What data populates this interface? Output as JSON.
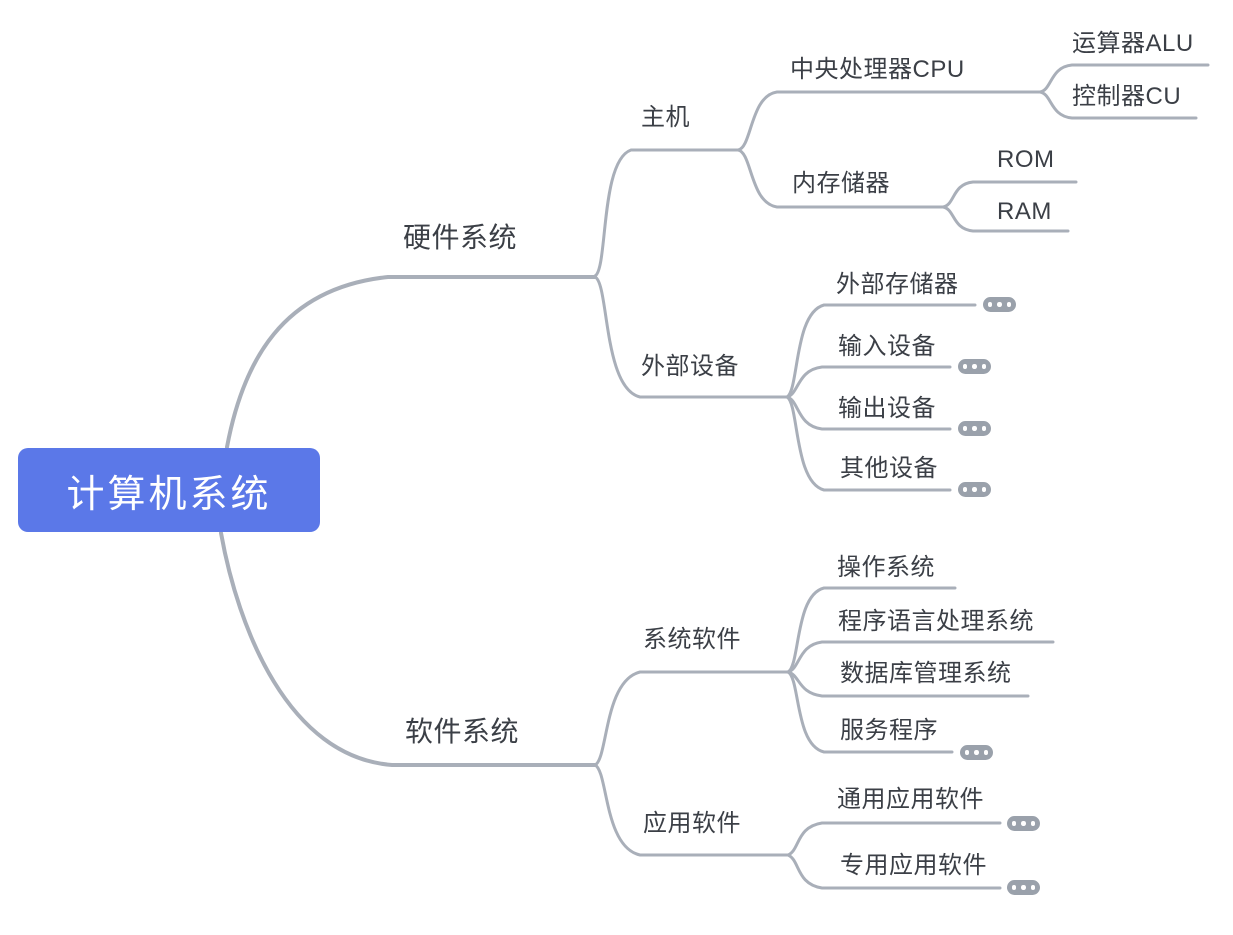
{
  "palette": {
    "root_node_bg": "#5B78E8",
    "root_node_text": "#FFFFFF",
    "branch_line": "#A9AFB9",
    "label_text": "#3B3F46",
    "collapse_pill_bg": "#9AA1AB",
    "collapse_pill_dot": "#FFFFFF",
    "canvas_bg": "#FFFFFF"
  },
  "mindmap": {
    "root": {
      "label": "计算机系统"
    },
    "nodes": {
      "hardware": "硬件系统",
      "host": "主机",
      "cpu": "中央处理器CPU",
      "alu": "运算器ALU",
      "cu": "控制器CU",
      "memory": "内存储器",
      "rom": "ROM",
      "ram": "RAM",
      "peripherals": "外部设备",
      "ext_storage": "外部存储器",
      "input_dev": "输入设备",
      "output_dev": "输出设备",
      "other_dev": "其他设备",
      "software": "软件系统",
      "sys_software": "系统软件",
      "os": "操作系统",
      "lang_proc": "程序语言处理系统",
      "dbms": "数据库管理系统",
      "service_prog": "服务程序",
      "app_software": "应用软件",
      "general_app": "通用应用软件",
      "special_app": "专用应用软件"
    },
    "collapsed_branches": [
      "外部存储器",
      "输入设备",
      "输出设备",
      "其他设备",
      "服务程序",
      "通用应用软件",
      "专用应用软件"
    ]
  }
}
